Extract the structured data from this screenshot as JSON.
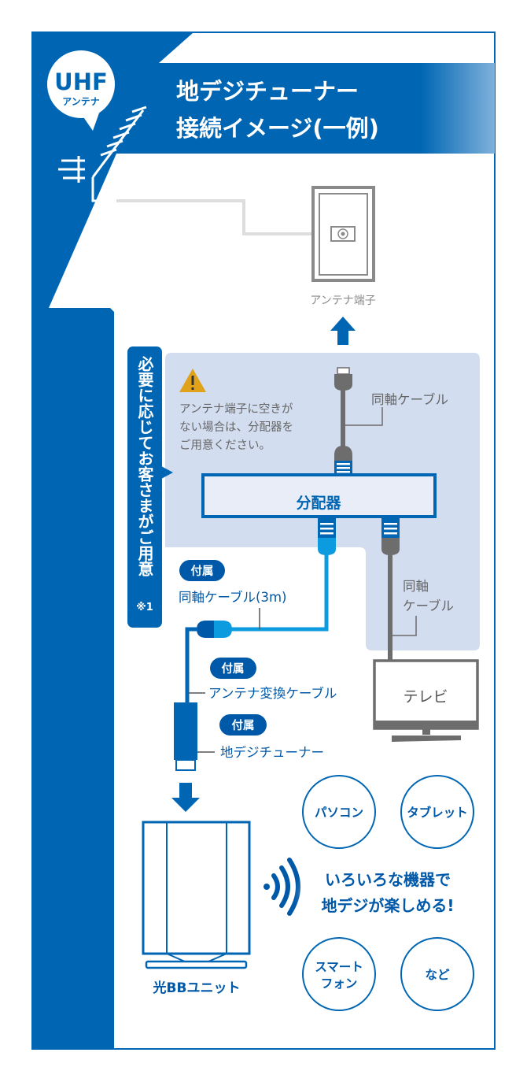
{
  "colors": {
    "brand_blue": "#0066b3",
    "light_blue": "#0d9be0",
    "panel": "#d3ddf0",
    "gray": "#6d6d6d",
    "warning": "#e0a21a"
  },
  "header": {
    "badge_top": "UHF",
    "badge_bottom": "アンテナ",
    "title_line1": "地デジチューナー",
    "title_line2": "接続イメージ(一例)"
  },
  "antenna_outlet": {
    "label": "アンテナ端子"
  },
  "side_callout": {
    "text": "必要に応じてお客さまがご用意",
    "note": "※1"
  },
  "warning": {
    "icon": "warning-icon",
    "lines": [
      "アンテナ端子に空きが",
      "ない場合は、分配器を",
      "ご用意ください。"
    ]
  },
  "labels": {
    "coax_top": "同軸ケーブル",
    "splitter": "分配器",
    "coax_tv_line1": "同軸",
    "coax_tv_line2": "ケーブル",
    "tv": "テレビ",
    "included": "付属",
    "coax_3m": "同軸ケーブル(3m)",
    "conversion_cable": "アンテナ変換ケーブル",
    "tuner": "地デジチューナー",
    "bb_unit": "光BBユニット"
  },
  "devices": [
    {
      "line1": "パソコン",
      "line2": ""
    },
    {
      "line1": "タブレット",
      "line2": ""
    },
    {
      "line1": "スマート",
      "line2": "フォン"
    },
    {
      "line1": "など",
      "line2": ""
    }
  ],
  "center_message": {
    "line1": "いろいろな機器で",
    "line2": "地デジが楽しめる!"
  }
}
